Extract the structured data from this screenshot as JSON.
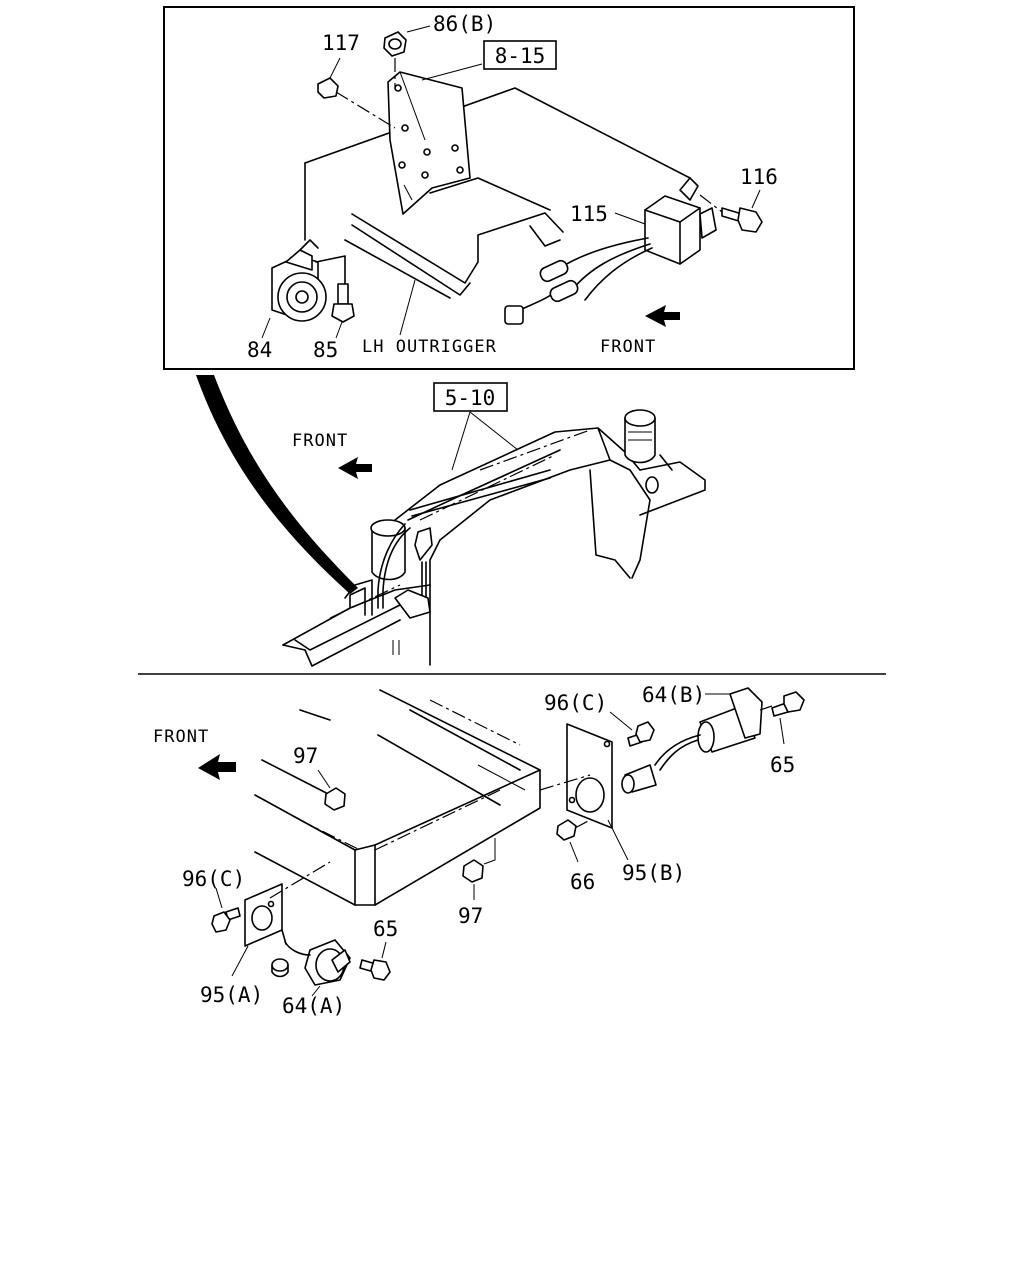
{
  "top_view": {
    "ref_box": "8-15",
    "labels": {
      "p86b": "86(B)",
      "p117": "117",
      "p116": "116",
      "p115": "115",
      "p84": "84",
      "p85": "85"
    },
    "outrigger_caption": "LH OUTRIGGER",
    "front_caption": "FRONT"
  },
  "middle_view": {
    "ref_box": "5-10",
    "front_caption": "FRONT"
  },
  "bottom_view": {
    "front_caption": "FRONT",
    "labels": {
      "p96c_right": "96(C)",
      "p64b": "64(B)",
      "p65_right": "65",
      "p97_top": "97",
      "p95b": "95(B)",
      "p66": "66",
      "p97_bottom": "97",
      "p96c_left": "96(C)",
      "p65_left": "65",
      "p95a": "95(A)",
      "p64a": "64(A)"
    }
  }
}
